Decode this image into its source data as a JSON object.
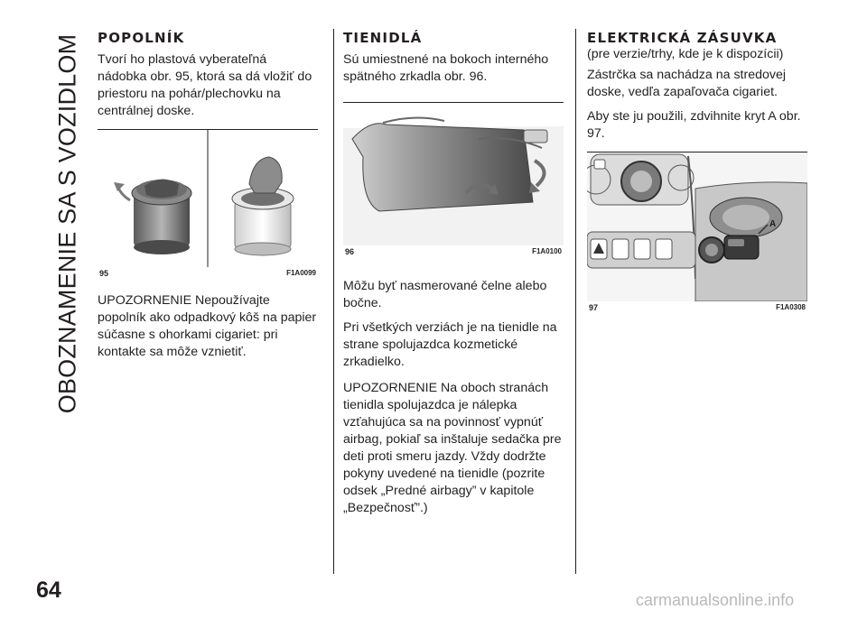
{
  "side_title": "OBOZNAMENIE SA S VOZIDLOM",
  "page_number": "64",
  "watermark": "carmanualsonline.info",
  "columns": {
    "left": {
      "heading": "POPOLNÍK",
      "intro": "Tvorí ho plastová vyberateľná nádobka obr. 95, ktorá sa dá vložiť do priestoru na pohár/plechovku na centrálnej doske.",
      "figure": {
        "number": "95",
        "code": "F1A0099"
      },
      "warning": "UPOZORNENIE Nepoužívajte popolník ako odpadkový kôš na papier súčasne s ohorkami cigariet: pri kontakte sa môže vznietiť."
    },
    "middle": {
      "heading": "TIENIDLÁ",
      "intro": "Sú umiestnené na bokoch interného spätného zrkadla obr. 96.",
      "figure": {
        "number": "96",
        "code": "F1A0100"
      },
      "para1": "Môžu byť nasmerované čelne alebo bočne.",
      "para2": "Pri všetkých verziách je na tienidle na strane spolujazdca kozmetické zrkadielko.",
      "warning": "UPOZORNENIE Na oboch stranách tienidla spolujazdca je nálepka vzťahujúca sa na povinnosť vypnúť airbag, pokiaľ sa inštaluje sedačka pre deti proti smeru jazdy. Vždy dodržte pokyny uvedené na tienidle (pozrite odsek „Predné airbagy” v kapitole „Bezpečnosť”.)"
    },
    "right": {
      "heading": "ELEKTRICKÁ ZÁSUVKA",
      "subheading": "(pre verzie/trhy, kde je k dispozícii)",
      "intro": "Zástrčka sa nachádza na stredovej doske, vedľa zapaľovača cigariet.",
      "para1": "Aby ste ju použili, zdvihnite kryt A obr. 97.",
      "figure": {
        "number": "97",
        "code": "F1A0308",
        "callout": "A"
      }
    }
  },
  "colors": {
    "text": "#231f20",
    "watermark": "#b9b9b9",
    "arrow": "#7a7a7a"
  }
}
